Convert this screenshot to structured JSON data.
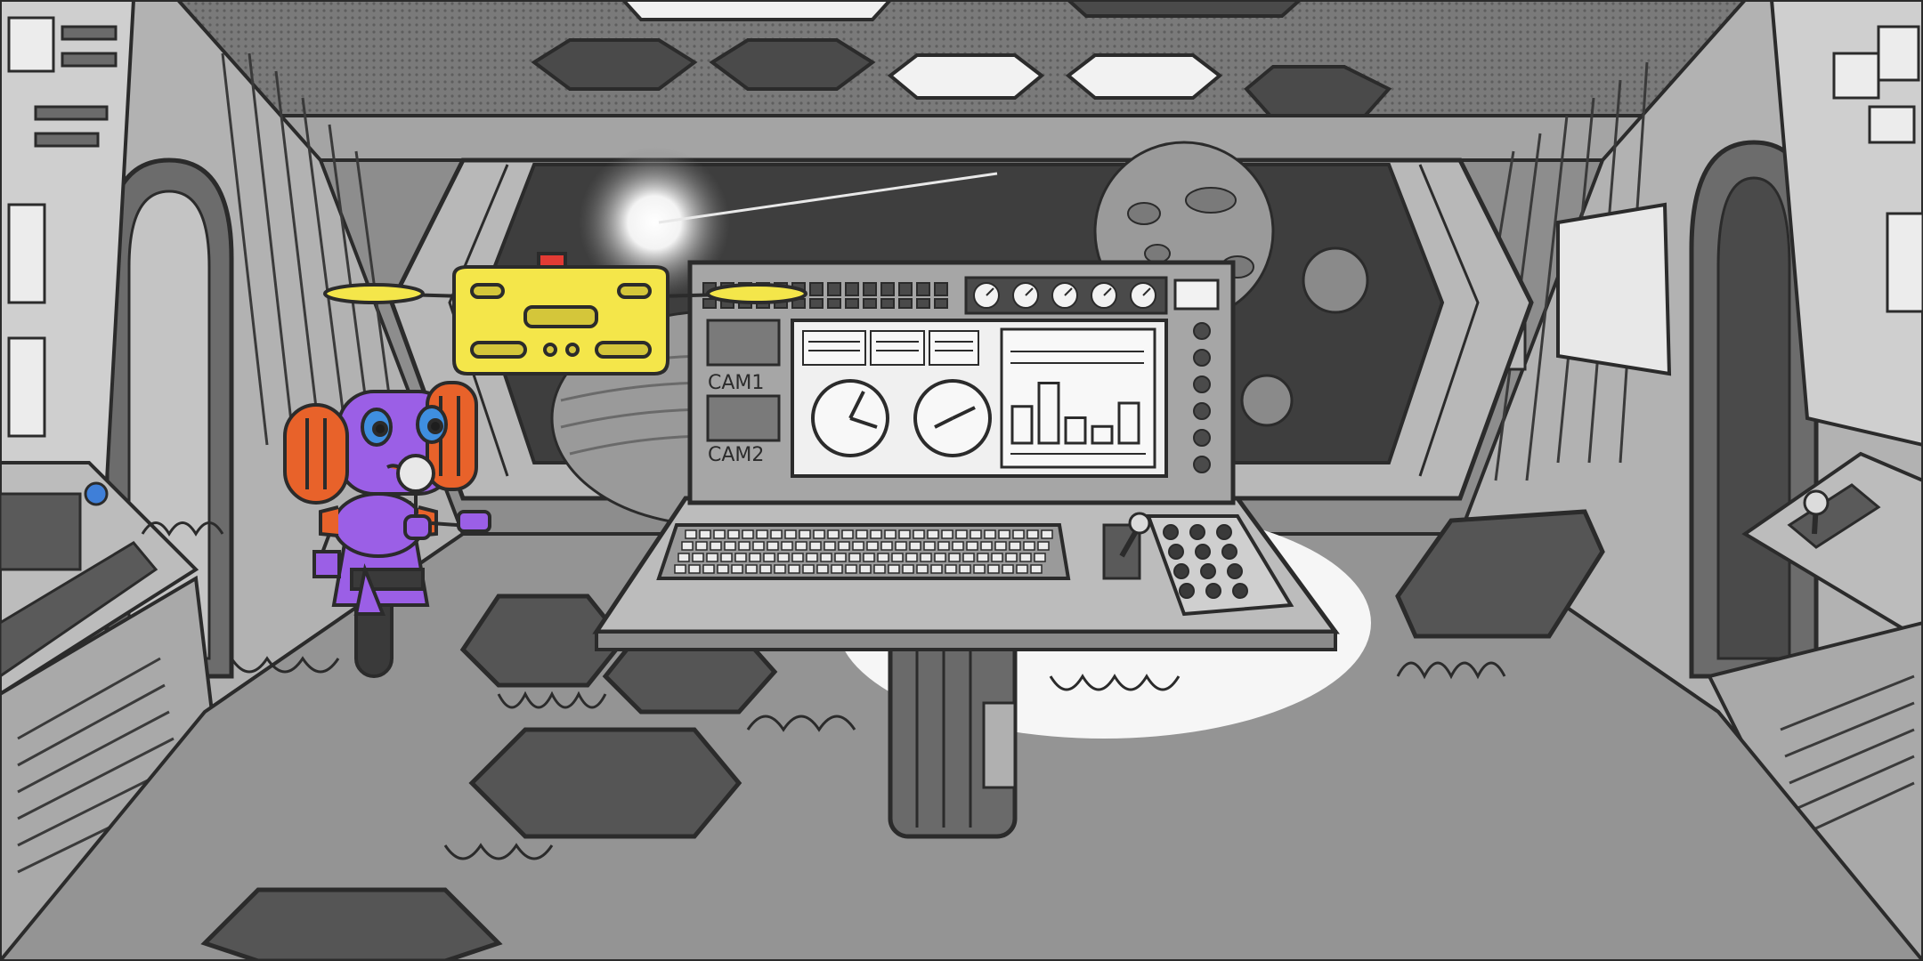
{
  "scene": {
    "description_label": "",
    "cam_labels": [
      "CAM1",
      "CAM2"
    ]
  },
  "colors": {
    "robot_body": "#9b5fe6",
    "robot_accent": "#e8622a",
    "robot_eye": "#3f8fe0",
    "drone_body": "#f4e64a",
    "drone_light": "#e23b34",
    "beacon_blue": "#3f7fd8",
    "metal_light": "#cfcfcf",
    "metal_mid": "#9a9a9a",
    "metal_dark": "#4a4a4a",
    "space": "#3e3e3e"
  },
  "icons": {
    "robot": "robot-icon",
    "drone": "drone-icon",
    "planet": "planet-icon",
    "star": "star-icon",
    "console": "console-icon",
    "gauge": "gauge-icon"
  },
  "console": {
    "bar_chart_levels": [
      0.55,
      0.9,
      0.38,
      0.25,
      0.6
    ],
    "gauge_count": 5
  }
}
